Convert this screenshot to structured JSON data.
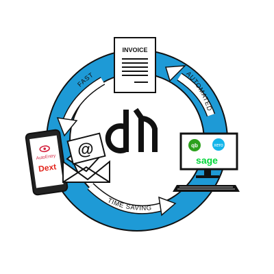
{
  "colors": {
    "ring": "#1e9ad6",
    "ring_dark": "#111111",
    "arrow_fill": "#ffffff",
    "quickbooks": "#2ca01c",
    "xero": "#13b5ea",
    "sage": "#00d639",
    "dext": "#e2231a",
    "autoentry": "#d4213d",
    "logo": "#111111"
  },
  "cycle_labels": {
    "fast": "FAST",
    "automated": "AUTOMATED",
    "time_saving": "TIME SAVING"
  },
  "invoice": {
    "title": "INVOICE"
  },
  "email": {
    "symbol": "@"
  },
  "phone": {
    "autoentry": "AutoEntry",
    "dext": "Dext"
  },
  "monitor": {
    "quickbooks": "qb",
    "xero": "xero",
    "sage": "sage"
  },
  "icons": [
    "invoice-icon",
    "phone-icon",
    "email-envelope-icon",
    "computer-icon",
    "dh-logo-icon"
  ]
}
